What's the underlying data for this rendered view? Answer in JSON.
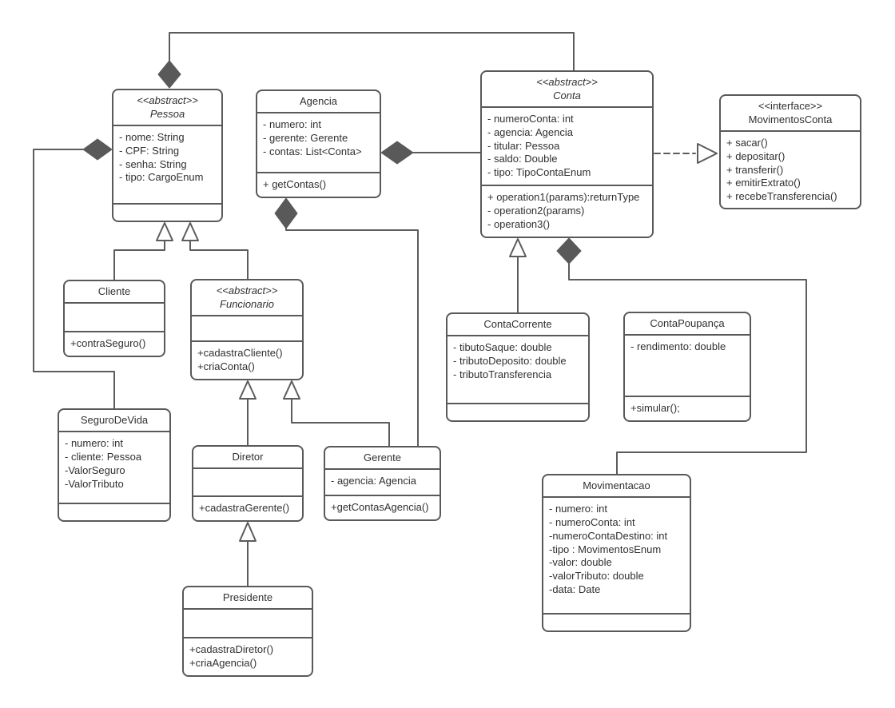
{
  "diagram": {
    "kind": "uml-class-diagram",
    "colors": {
      "box_border": "#595959",
      "connector_line": "#5c5c5c",
      "diamond_fill": "#595959",
      "text": "#303030",
      "background": "#ffffff"
    }
  },
  "classes": {
    "pessoa": {
      "stereotype": "<<abstract>>",
      "name": "Pessoa",
      "attributes": [
        "- nome: String",
        "- CPF: String",
        "- senha: String",
        "- tipo: CargoEnum"
      ],
      "methods": []
    },
    "agencia": {
      "name": "Agencia",
      "attributes": [
        "- numero: int",
        "- gerente: Gerente",
        "- contas: List<Conta>"
      ],
      "methods": [
        "+ getContas()"
      ]
    },
    "conta": {
      "stereotype": "<<abstract>>",
      "name": "Conta",
      "attributes": [
        "- numeroConta: int",
        "- agencia: Agencia",
        "- titular: Pessoa",
        "- saldo: Double",
        "- tipo: TipoContaEnum"
      ],
      "methods": [
        "+ operation1(params):returnType",
        "- operation2(params)",
        "- operation3()"
      ]
    },
    "movimentosConta": {
      "stereotype": "<<interface>>",
      "name": "MovimentosConta",
      "methods": [
        "+ sacar()",
        "+ depositar()",
        "+ transferir()",
        "+ emitirExtrato()",
        "+ recebeTransferencia()"
      ]
    },
    "cliente": {
      "name": "Cliente",
      "attributes": [],
      "methods": [
        "+contraSeguro()"
      ]
    },
    "funcionario": {
      "stereotype": "<<abstract>>",
      "name": "Funcionario",
      "attributes": [],
      "methods": [
        "+cadastraCliente()",
        "+criaConta()"
      ]
    },
    "seguroDeVida": {
      "name": "SeguroDeVida",
      "attributes": [
        "- numero: int",
        "- cliente: Pessoa",
        "-ValorSeguro",
        "-ValorTributo"
      ],
      "methods": []
    },
    "diretor": {
      "name": "Diretor",
      "attributes": [],
      "methods": [
        "+cadastraGerente()"
      ]
    },
    "gerente": {
      "name": "Gerente",
      "attributes": [
        "- agencia: Agencia"
      ],
      "methods": [
        "+getContasAgencia()"
      ]
    },
    "contaCorrente": {
      "name": "ContaCorrente",
      "attributes": [
        "- tibutoSaque: double",
        "- tributoDeposito: double",
        "- tributoTransferencia"
      ],
      "methods": []
    },
    "contaPoupanca": {
      "name": "ContaPoupança",
      "attributes": [
        "- rendimento: double"
      ],
      "methods": [
        "+simular();"
      ]
    },
    "movimentacao": {
      "name": "Movimentacao",
      "attributes": [
        "- numero: int",
        "- numeroConta: int",
        "-numeroContaDestino: int",
        "-tipo : MovimentosEnum",
        "-valor: double",
        "-valorTributo: double",
        "-data: Date"
      ],
      "methods": []
    },
    "presidente": {
      "name": "Presidente",
      "attributes": [],
      "methods": [
        "+cadastraDiretor()",
        "+criaAgencia()"
      ]
    }
  },
  "connectors": [
    {
      "type": "composition",
      "from": "Conta",
      "to": "Pessoa"
    },
    {
      "type": "composition",
      "from": "SeguroDeVida",
      "to": "Pessoa"
    },
    {
      "type": "generalization",
      "from": "Cliente",
      "to": "Pessoa"
    },
    {
      "type": "generalization",
      "from": "Funcionario",
      "to": "Pessoa"
    },
    {
      "type": "composition",
      "from": "Conta",
      "to": "Agencia"
    },
    {
      "type": "composition",
      "from": "Gerente",
      "to": "Agencia"
    },
    {
      "type": "generalization",
      "from": "Diretor",
      "to": "Funcionario"
    },
    {
      "type": "generalization",
      "from": "Gerente",
      "to": "Funcionario"
    },
    {
      "type": "generalization",
      "from": "ContaCorrente",
      "to": "Conta"
    },
    {
      "type": "composition",
      "from": "Movimentacao",
      "to": "Conta"
    },
    {
      "type": "realization",
      "from": "Conta",
      "to": "MovimentosConta"
    },
    {
      "type": "generalization",
      "from": "Presidente",
      "to": "Diretor"
    }
  ]
}
